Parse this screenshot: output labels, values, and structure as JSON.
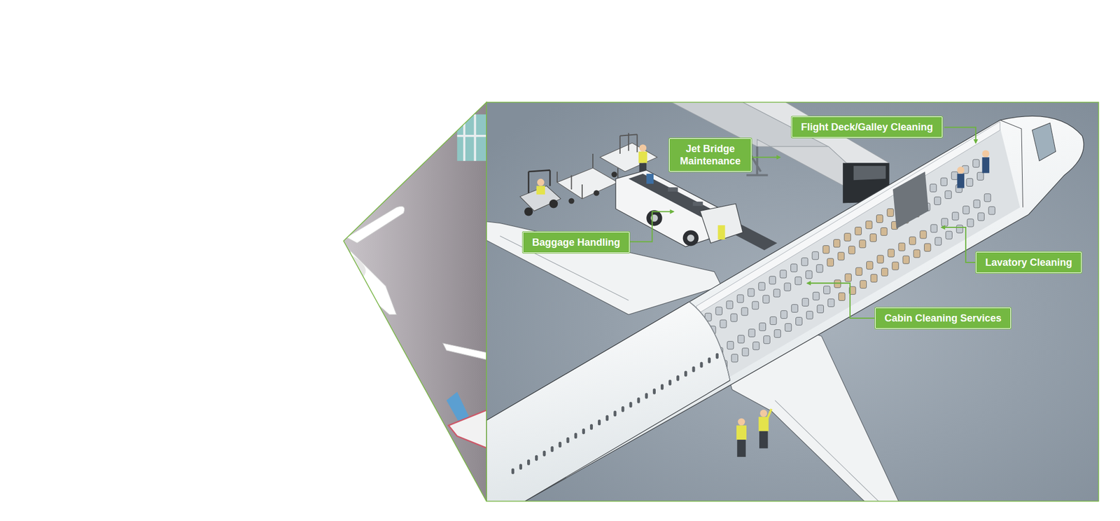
{
  "diagram": {
    "nodes": [
      {
        "text": [
          "Flight Deck/Galley Cleaning"
        ]
      },
      {
        "text": [
          "Jet Bridge Maintenance"
        ]
      },
      {
        "text": [
          "Baggage Handling"
        ]
      },
      {
        "text": [
          "Lavatory Cleaning"
        ]
      },
      {
        "text": [
          "Cabin Cleaning Services"
        ]
      }
    ]
  }
}
